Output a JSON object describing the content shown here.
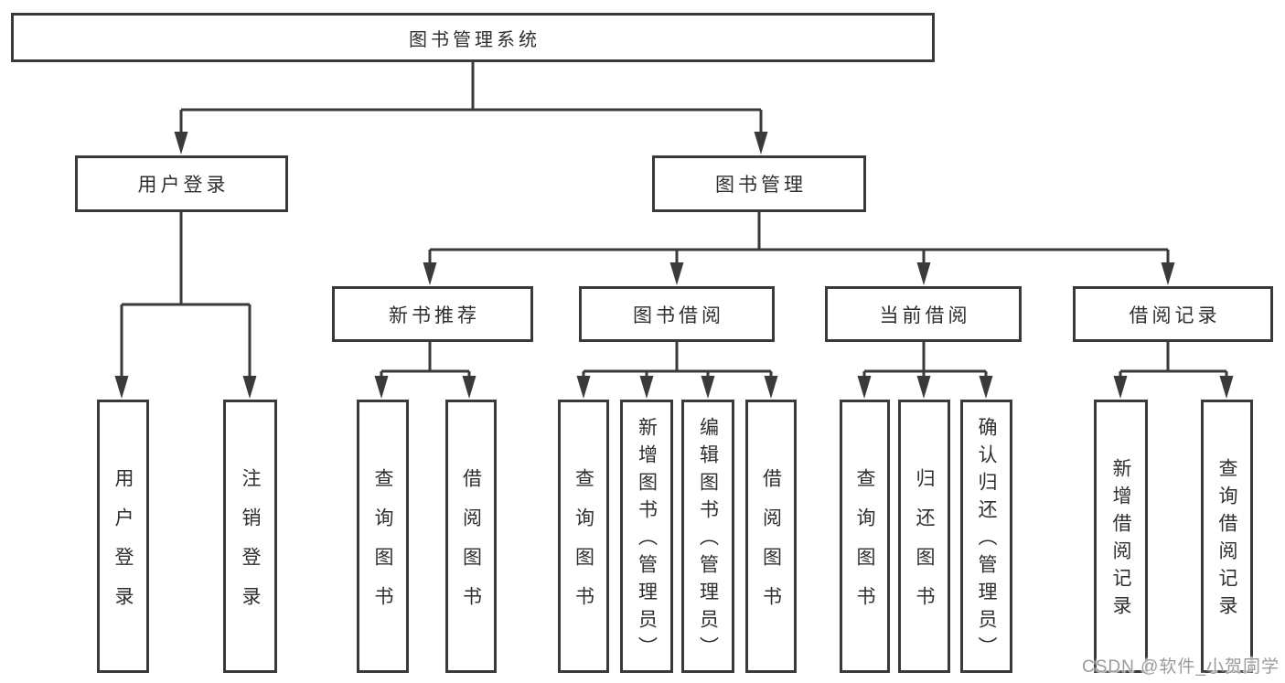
{
  "tree": {
    "root": "图书管理系统",
    "children": [
      {
        "label": "用户登录",
        "children": [
          {
            "label": "用户登录"
          },
          {
            "label": "注销登录"
          }
        ]
      },
      {
        "label": "图书管理",
        "children": [
          {
            "label": "新书推荐",
            "children": [
              {
                "label": "查询图书"
              },
              {
                "label": "借阅图书"
              }
            ]
          },
          {
            "label": "图书借阅",
            "children": [
              {
                "label": "查询图书"
              },
              {
                "label": "新增图书（管理员）"
              },
              {
                "label": "编辑图书（管理员）"
              },
              {
                "label": "借阅图书"
              }
            ]
          },
          {
            "label": "当前借阅",
            "children": [
              {
                "label": "查询图书"
              },
              {
                "label": "归还图书"
              },
              {
                "label": "确认归还（管理员）"
              }
            ]
          },
          {
            "label": "借阅记录",
            "children": [
              {
                "label": "新增借阅记录"
              },
              {
                "label": "查询借阅记录"
              }
            ]
          }
        ]
      }
    ]
  },
  "watermark": "CSDN @软件_小贺同学",
  "colors": {
    "line": "#3a3a3a",
    "text": "#2f2f2f",
    "watermark_text": "#9b9b9b",
    "background": "#ffffff"
  }
}
